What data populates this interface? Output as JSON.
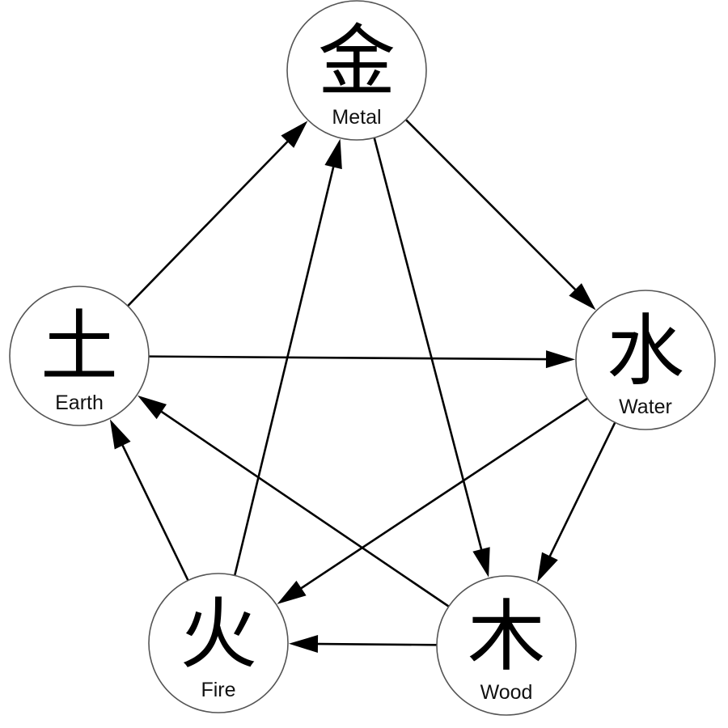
{
  "diagram": {
    "title": "Five Elements (Wu Xing) cycles",
    "nodes": [
      {
        "id": "metal",
        "glyph": "金",
        "label": "Metal"
      },
      {
        "id": "water",
        "glyph": "水",
        "label": "Water"
      },
      {
        "id": "wood",
        "glyph": "木",
        "label": "Wood"
      },
      {
        "id": "fire",
        "glyph": "火",
        "label": "Fire"
      },
      {
        "id": "earth",
        "glyph": "土",
        "label": "Earth"
      }
    ],
    "edges": [
      {
        "from": "metal",
        "to": "water",
        "cycle": "generating"
      },
      {
        "from": "water",
        "to": "wood",
        "cycle": "generating"
      },
      {
        "from": "wood",
        "to": "fire",
        "cycle": "generating"
      },
      {
        "from": "fire",
        "to": "earth",
        "cycle": "generating"
      },
      {
        "from": "earth",
        "to": "metal",
        "cycle": "generating"
      },
      {
        "from": "metal",
        "to": "wood",
        "cycle": "overcoming"
      },
      {
        "from": "wood",
        "to": "earth",
        "cycle": "overcoming"
      },
      {
        "from": "earth",
        "to": "water",
        "cycle": "overcoming"
      },
      {
        "from": "water",
        "to": "fire",
        "cycle": "overcoming"
      },
      {
        "from": "fire",
        "to": "metal",
        "cycle": "overcoming"
      }
    ],
    "colors": {
      "line": "#000000",
      "circle_stroke": "#555555",
      "background": "#ffffff"
    }
  }
}
